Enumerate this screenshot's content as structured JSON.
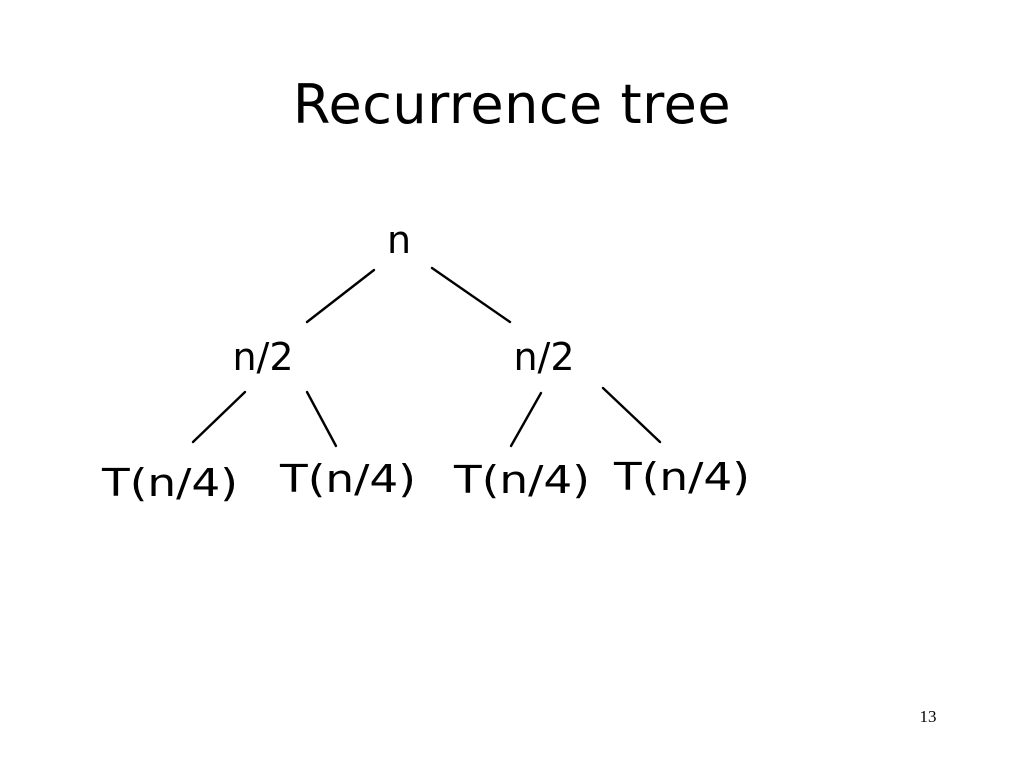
{
  "slide": {
    "title": "Recurrence tree",
    "page_number": "13"
  },
  "tree": {
    "root": {
      "label": "n"
    },
    "children": [
      {
        "label": "n/2",
        "children": [
          {
            "label": "T(n/4)"
          },
          {
            "label": "T(n/4)"
          }
        ]
      },
      {
        "label": "n/2",
        "children": [
          {
            "label": "T(n/4)"
          },
          {
            "label": "T(n/4)"
          }
        ]
      }
    ]
  }
}
